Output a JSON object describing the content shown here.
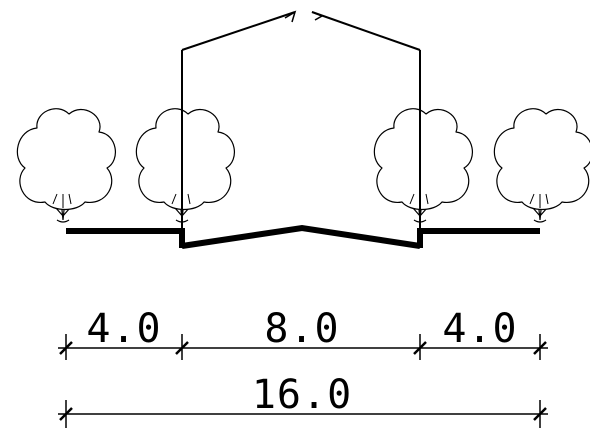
{
  "diagram": {
    "type": "street-cross-section",
    "line_color": "#000000",
    "background": "#ffffff",
    "tree_icon": "deciduous-tree-elevation",
    "tree_count": 4,
    "dimensions": {
      "left_sidewalk": "4.0",
      "carriageway": "8.0",
      "right_sidewalk": "4.0",
      "total_width": "16.0"
    }
  }
}
